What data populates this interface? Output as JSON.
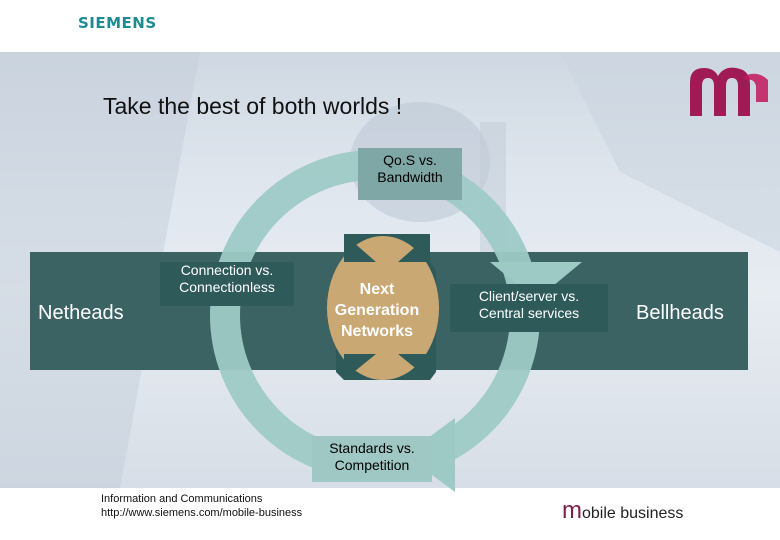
{
  "header": {
    "brand": "SIEMENS"
  },
  "slide": {
    "title": "Take the best of both worlds !",
    "cycle": {
      "top": {
        "line1": "Qo.S vs.",
        "line2": "Bandwidth"
      },
      "left": {
        "line1": "Connection vs.",
        "line2": "Connectionless"
      },
      "right": {
        "line1": "Client/server vs.",
        "line2": "Central services"
      },
      "bottom": {
        "line1": "Standards vs.",
        "line2": "Competition"
      },
      "center": {
        "line1": "Next",
        "line2": "Generation",
        "line3": "Networks"
      }
    },
    "band": {
      "left_label": "Netheads",
      "right_label": "Bellheads"
    }
  },
  "footer": {
    "line1": "Information and Communications",
    "line2": "http://www.siemens.com/mobile-business",
    "brand_m": "m",
    "brand_rest": "obile business"
  },
  "colors": {
    "band": "#3c6363",
    "ring": "#9ecac6",
    "center": "#c9a874",
    "brand_teal": "#1e8a92",
    "brand_m": "#7a1e4a"
  }
}
